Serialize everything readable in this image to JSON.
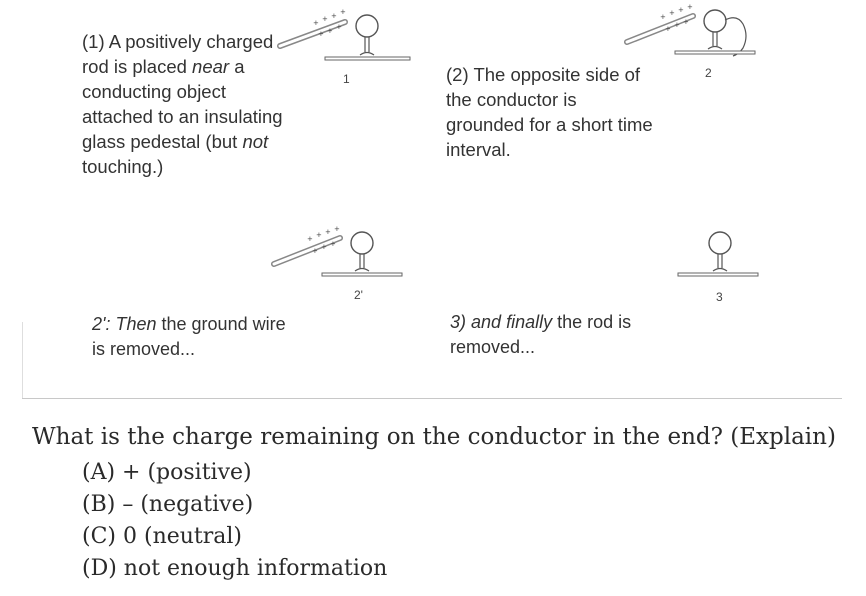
{
  "panels": {
    "p1": {
      "number": "(1)",
      "text_a": "A positively charged rod is placed",
      "text_near": "near",
      "text_b": "a conducting object attached to an insulating glass pedestal (but",
      "text_not": "not",
      "text_c": "touching.)",
      "figure_label": "1"
    },
    "p2": {
      "number": "(2)",
      "text": "The opposite side of the conductor is grounded for a short time interval.",
      "figure_label": "2"
    },
    "p2b": {
      "prefix": "2':",
      "then": "Then",
      "text": "the ground wire is removed...",
      "figure_label": "2'"
    },
    "p3": {
      "prefix": "3)",
      "and_finally": "and finally",
      "text": "the rod is removed...",
      "figure_label": "3"
    }
  },
  "question": {
    "text": "What is the charge remaining on the conductor in the end? (Explain)",
    "choices": [
      "(A) + (positive)",
      "(B) – (negative)",
      "(C) 0 (neutral)",
      "(D) not enough information"
    ]
  }
}
